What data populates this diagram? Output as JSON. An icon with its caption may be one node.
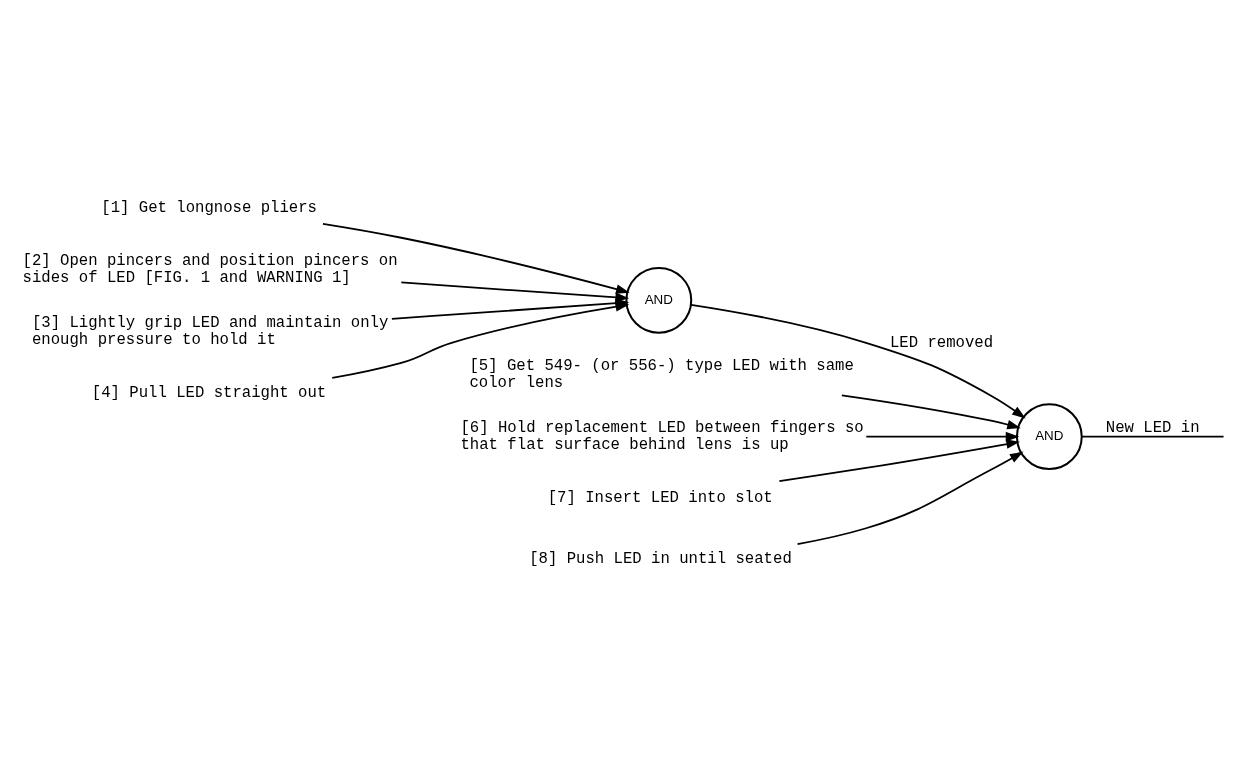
{
  "diagram": {
    "nodes": [
      {
        "text": [
          "[1] Get longnose pliers"
        ]
      },
      {
        "text": [
          "[2] Open pincers and position pincers on sides of LED [FIG. 1 and WARNING 1]"
        ]
      },
      {
        "text": [
          "[3] Lightly grip LED and maintain only enough pressure to hold it"
        ]
      },
      {
        "text": [
          "[4] Pull LED straight out"
        ]
      },
      {
        "text": [
          "AND"
        ]
      },
      {
        "text": [
          "[5] Get 549- (or 556-) type LED with same color lens"
        ]
      },
      {
        "text": [
          "[6] Hold replacement LED between fingers so that flat surface behind lens is up"
        ]
      },
      {
        "text": [
          "[7] Insert LED into slot"
        ]
      },
      {
        "text": [
          "[8] Push LED in until seated"
        ]
      },
      {
        "text": [
          "AND"
        ]
      }
    ],
    "edges": [
      {
        "from": 0,
        "to": 4,
        "arrow": "to"
      },
      {
        "from": 1,
        "to": 4,
        "arrow": "to"
      },
      {
        "from": 2,
        "to": 4,
        "arrow": "to"
      },
      {
        "from": 3,
        "to": 4,
        "arrow": "to"
      },
      {
        "from": 4,
        "to": 9,
        "arrow": "to",
        "label": "LED removed"
      },
      {
        "from": 5,
        "to": 9,
        "arrow": "to"
      },
      {
        "from": 6,
        "to": 9,
        "arrow": "to"
      },
      {
        "from": 7,
        "to": 9,
        "arrow": "to"
      },
      {
        "from": 8,
        "to": 9,
        "arrow": "to"
      },
      {
        "from": 9,
        "to": null,
        "arrow": "none",
        "label": "New LED in"
      }
    ]
  }
}
